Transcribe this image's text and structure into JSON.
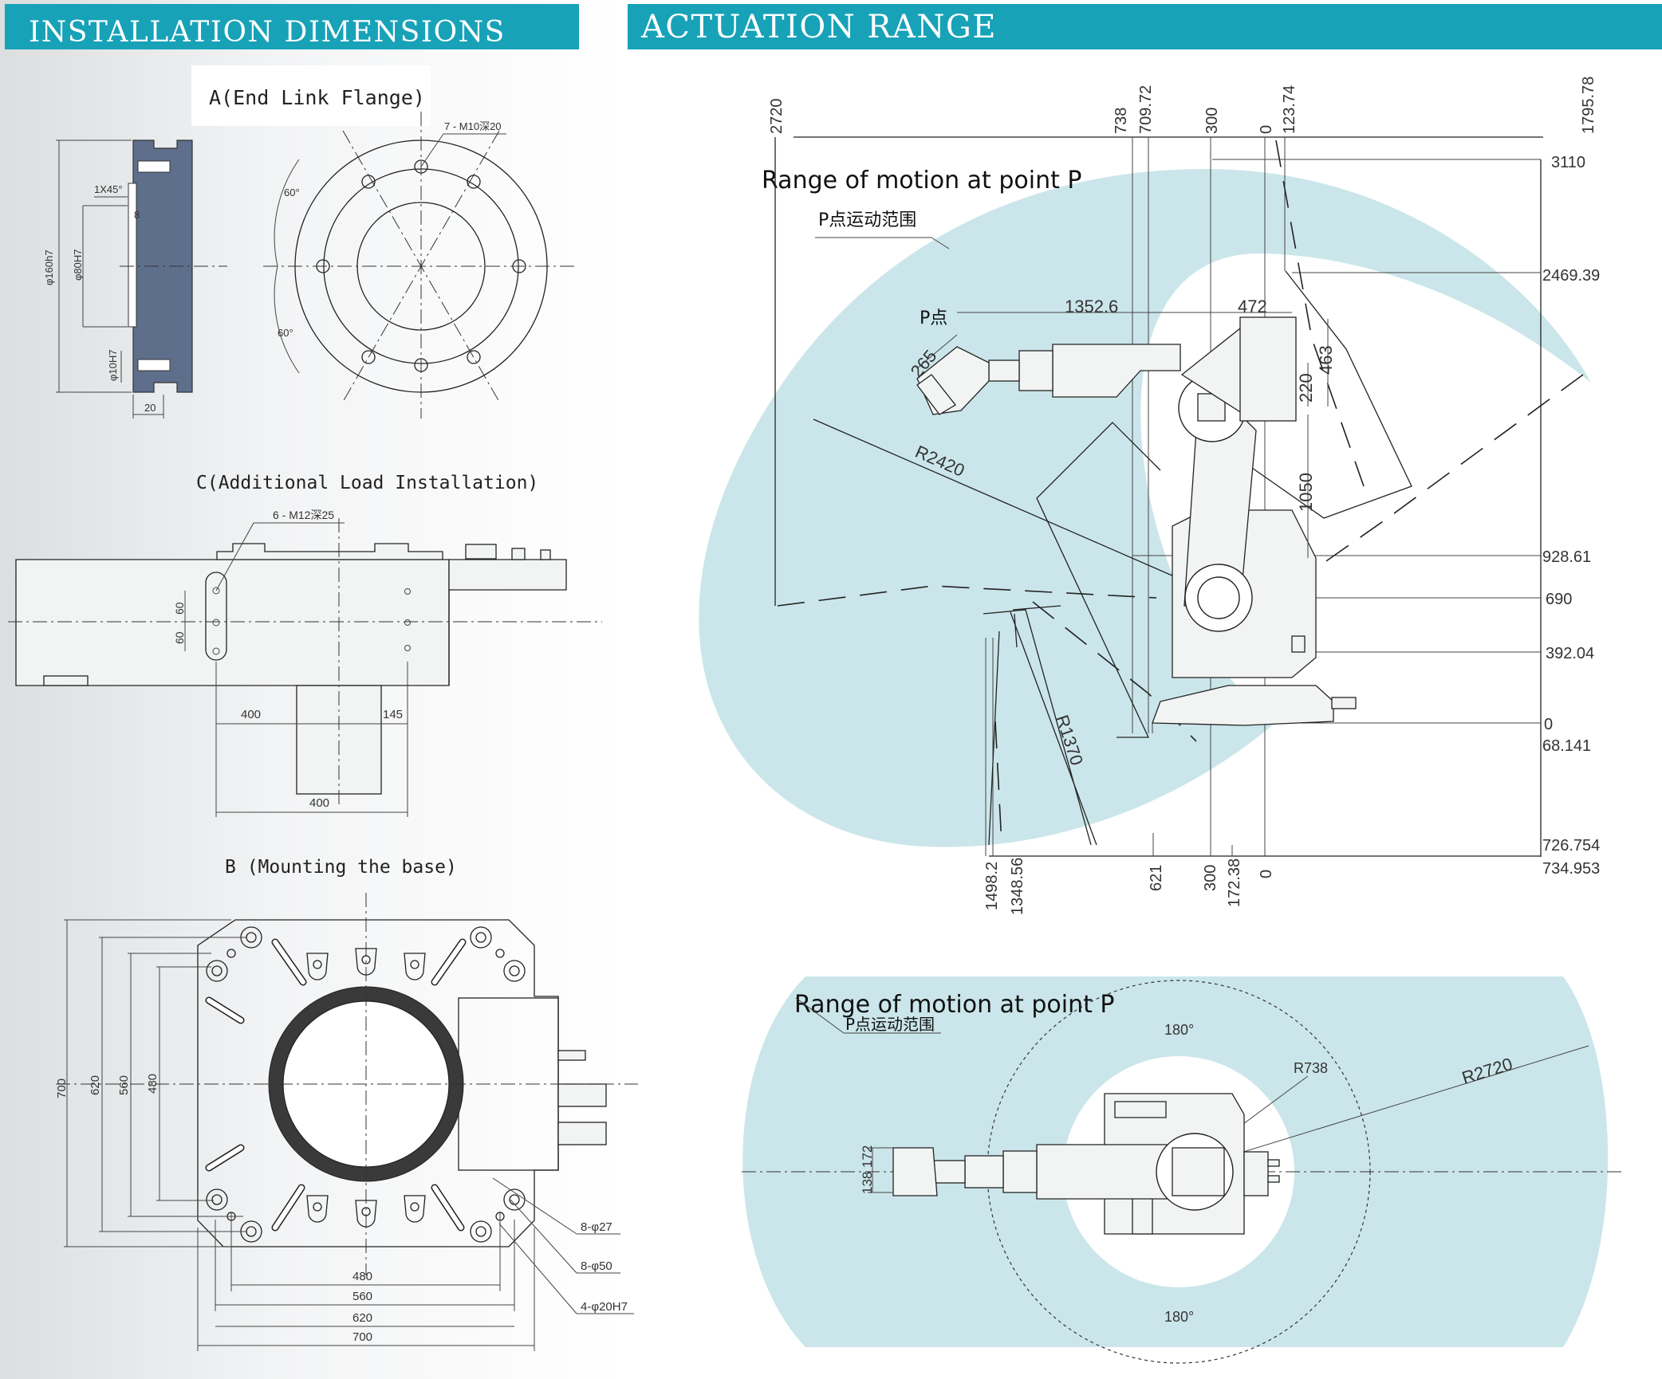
{
  "colors": {
    "header": "#17a2b8",
    "range_fill": "#cbe6ea",
    "flange_fill": "#5e6f8c"
  },
  "headers": {
    "left": "INSTALLATION DIMENSIONS",
    "right": "ACTUATION RANGE"
  },
  "flange": {
    "title": "A(End Link Flange)",
    "holes_note": "7 - M10深20",
    "chamfer": "1X45°",
    "angle_top": "60°",
    "angle_bottom": "60°",
    "d_outer": "φ160h7",
    "d_inner": "φ80H7",
    "d_pin": "φ10H7",
    "depth": "8",
    "width": "20"
  },
  "load": {
    "title": "C(Additional Load Installation)",
    "holes_note": "6 - M12深25",
    "dim_60a": "60",
    "dim_60b": "60",
    "dim_400a": "400",
    "dim_145": "145",
    "dim_400b": "400"
  },
  "base": {
    "title": "B (Mounting the base)",
    "v700": "700",
    "v620": "620",
    "v560": "560",
    "v480": "480",
    "h480": "480",
    "h560": "560",
    "h620": "620",
    "h700": "700",
    "note1": "8-φ27",
    "note2": "8-φ50",
    "note3": "4-φ20H7"
  },
  "side": {
    "caption_en": "Range of motion at point P",
    "caption_cn": "P点运动范围",
    "p_label": "P点",
    "top_ticks": [
      "2720",
      "738",
      "709.72",
      "300",
      "0",
      "123.74",
      "1795.78"
    ],
    "right_ticks": [
      "3110",
      "2469.39",
      "928.61",
      "690",
      "392.04",
      "0",
      "68.141",
      "726.754",
      "734.953"
    ],
    "bottom_ticks": [
      "1498.2",
      "1348.56",
      "621",
      "300",
      "172.38",
      "0"
    ],
    "d1352": "1352.6",
    "d472": "472",
    "d463": "463",
    "d220": "220",
    "d265": "265",
    "d1050": "1050",
    "r2420": "R2420",
    "r1370": "R1370"
  },
  "top": {
    "caption_en": "Range of motion at point P",
    "caption_cn": "P点运动范围",
    "a_top": "180°",
    "a_bottom": "180°",
    "r738": "R738",
    "r2720": "R2720",
    "d138": "138",
    "d172": "172"
  }
}
